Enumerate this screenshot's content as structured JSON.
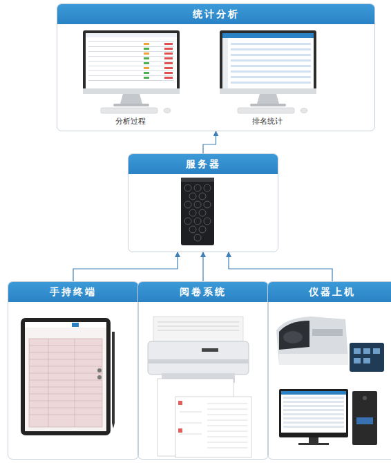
{
  "diagram": {
    "nodes": [
      {
        "text": [
          "统计分析"
        ]
      },
      {
        "text": [
          "服务器"
        ]
      },
      {
        "text": [
          "手持终端"
        ]
      },
      {
        "text": [
          "阅卷系统"
        ]
      },
      {
        "text": [
          "仪器上机"
        ]
      }
    ],
    "edges": [
      {
        "from": 1,
        "to": 0,
        "arrow": "to"
      },
      {
        "from": 2,
        "to": 1,
        "arrow": "to"
      },
      {
        "from": 3,
        "to": 1,
        "arrow": "to"
      },
      {
        "from": 4,
        "to": 1,
        "arrow": "to"
      }
    ],
    "labels": [
      "分析过程",
      "排名统计"
    ]
  }
}
